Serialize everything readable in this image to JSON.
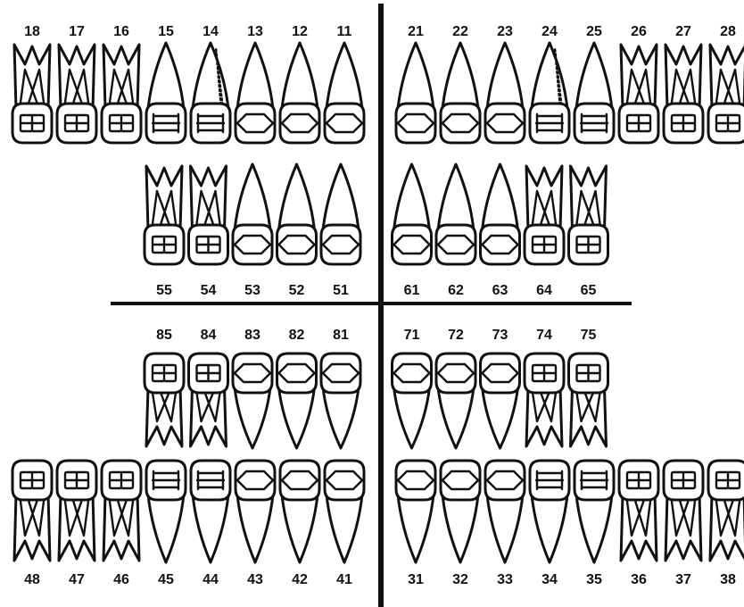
{
  "chart": {
    "rows": [
      {
        "id": "permanent-upper",
        "jaw": "upper",
        "teeth": [
          {
            "number": "18",
            "crown": "molar"
          },
          {
            "number": "17",
            "crown": "molar"
          },
          {
            "number": "16",
            "crown": "molar"
          },
          {
            "number": "15",
            "crown": "premolar"
          },
          {
            "number": "14",
            "crown": "premolar",
            "dotted_root": true
          },
          {
            "number": "13",
            "crown": "anterior"
          },
          {
            "number": "12",
            "crown": "anterior"
          },
          {
            "number": "11",
            "crown": "anterior"
          },
          {
            "number": "21",
            "crown": "anterior"
          },
          {
            "number": "22",
            "crown": "anterior"
          },
          {
            "number": "23",
            "crown": "anterior"
          },
          {
            "number": "24",
            "crown": "premolar",
            "dotted_root": true
          },
          {
            "number": "25",
            "crown": "premolar"
          },
          {
            "number": "26",
            "crown": "molar"
          },
          {
            "number": "27",
            "crown": "molar"
          },
          {
            "number": "28",
            "crown": "molar"
          }
        ]
      },
      {
        "id": "primary-upper",
        "jaw": "upper",
        "teeth": [
          {
            "number": "55",
            "crown": "molar"
          },
          {
            "number": "54",
            "crown": "molar"
          },
          {
            "number": "53",
            "crown": "anterior"
          },
          {
            "number": "52",
            "crown": "anterior"
          },
          {
            "number": "51",
            "crown": "anterior"
          },
          {
            "number": "61",
            "crown": "anterior"
          },
          {
            "number": "62",
            "crown": "anterior"
          },
          {
            "number": "63",
            "crown": "anterior"
          },
          {
            "number": "64",
            "crown": "molar"
          },
          {
            "number": "65",
            "crown": "molar"
          }
        ]
      },
      {
        "id": "primary-lower",
        "jaw": "lower",
        "teeth": [
          {
            "number": "85",
            "crown": "molar"
          },
          {
            "number": "84",
            "crown": "molar"
          },
          {
            "number": "83",
            "crown": "anterior"
          },
          {
            "number": "82",
            "crown": "anterior"
          },
          {
            "number": "81",
            "crown": "anterior"
          },
          {
            "number": "71",
            "crown": "anterior"
          },
          {
            "number": "72",
            "crown": "anterior"
          },
          {
            "number": "73",
            "crown": "anterior"
          },
          {
            "number": "74",
            "crown": "molar"
          },
          {
            "number": "75",
            "crown": "molar"
          }
        ]
      },
      {
        "id": "permanent-lower",
        "jaw": "lower",
        "teeth": [
          {
            "number": "48",
            "crown": "molar"
          },
          {
            "number": "47",
            "crown": "molar"
          },
          {
            "number": "46",
            "crown": "molar"
          },
          {
            "number": "45",
            "crown": "premolar"
          },
          {
            "number": "44",
            "crown": "premolar"
          },
          {
            "number": "43",
            "crown": "anterior"
          },
          {
            "number": "42",
            "crown": "anterior"
          },
          {
            "number": "41",
            "crown": "anterior"
          },
          {
            "number": "31",
            "crown": "anterior"
          },
          {
            "number": "32",
            "crown": "anterior"
          },
          {
            "number": "33",
            "crown": "anterior"
          },
          {
            "number": "34",
            "crown": "premolar"
          },
          {
            "number": "35",
            "crown": "premolar"
          },
          {
            "number": "36",
            "crown": "molar"
          },
          {
            "number": "37",
            "crown": "molar"
          },
          {
            "number": "38",
            "crown": "molar"
          }
        ]
      }
    ],
    "colors": {
      "ink": "#111111",
      "background": "#ffffff"
    }
  }
}
